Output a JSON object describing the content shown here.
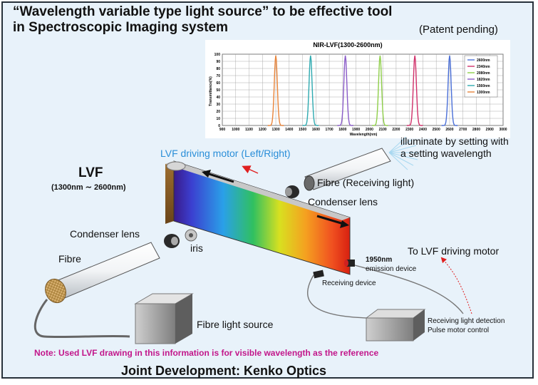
{
  "title_line1": "“Wavelength variable type light source” to be effective tool",
  "title_line2": "in Spectroscopic Imaging system",
  "patent": "(Patent pending)",
  "labels": {
    "motor": "LVF driving motor (Left/Right)",
    "illuminate": "illuminate by setting with a setting wavelength",
    "lvf": "LVF",
    "lvf_range": "(1300nm ∼ 2600nm)",
    "fibre_receiving": "Fibre (Receiving light)",
    "condenser_right": "Condenser lens",
    "condenser_left": "Condenser lens",
    "iris": "iris",
    "fibre": "Fibre",
    "to_motor": "To LVF driving motor",
    "emission_nm": "1950nm",
    "emission_device": "emission device",
    "receiving_device": "Receiving device",
    "light_source": "Fibre light source",
    "detection_line1": "Receiving light detection",
    "detection_line2": "Pulse motor control"
  },
  "note": "Note: Used LVF drawing in this information is for visible wavelength as the reference",
  "footer": "Joint Development: Kenko Optics",
  "chart_data": {
    "type": "line",
    "title": "NIR-LVF(1300-2600nm)",
    "xlabel": "Wavelength(nm)",
    "ylabel": "Transmittance(%)",
    "xlim": [
      900,
      3000
    ],
    "ylim": [
      0,
      100
    ],
    "xticks": [
      900,
      1000,
      1100,
      1200,
      1300,
      1400,
      1500,
      1600,
      1700,
      1800,
      1900,
      2000,
      2100,
      2200,
      2300,
      2400,
      2500,
      2600,
      2700,
      2800,
      2900,
      3000
    ],
    "yticks": [
      0,
      10,
      20,
      30,
      40,
      50,
      60,
      70,
      80,
      90,
      100
    ],
    "grid": true,
    "legend": "right",
    "series": [
      {
        "name": "2600nm",
        "peak": 2600,
        "color": "#4a6fd8"
      },
      {
        "name": "2340nm",
        "peak": 2340,
        "color": "#d0306a"
      },
      {
        "name": "2080nm",
        "peak": 2080,
        "color": "#8fcf4a"
      },
      {
        "name": "1820nm",
        "peak": 1820,
        "color": "#8a5cc8"
      },
      {
        "name": "1560nm",
        "peak": 1560,
        "color": "#2eaab0"
      },
      {
        "name": "1300nm",
        "peak": 1300,
        "color": "#e8843a"
      }
    ]
  }
}
